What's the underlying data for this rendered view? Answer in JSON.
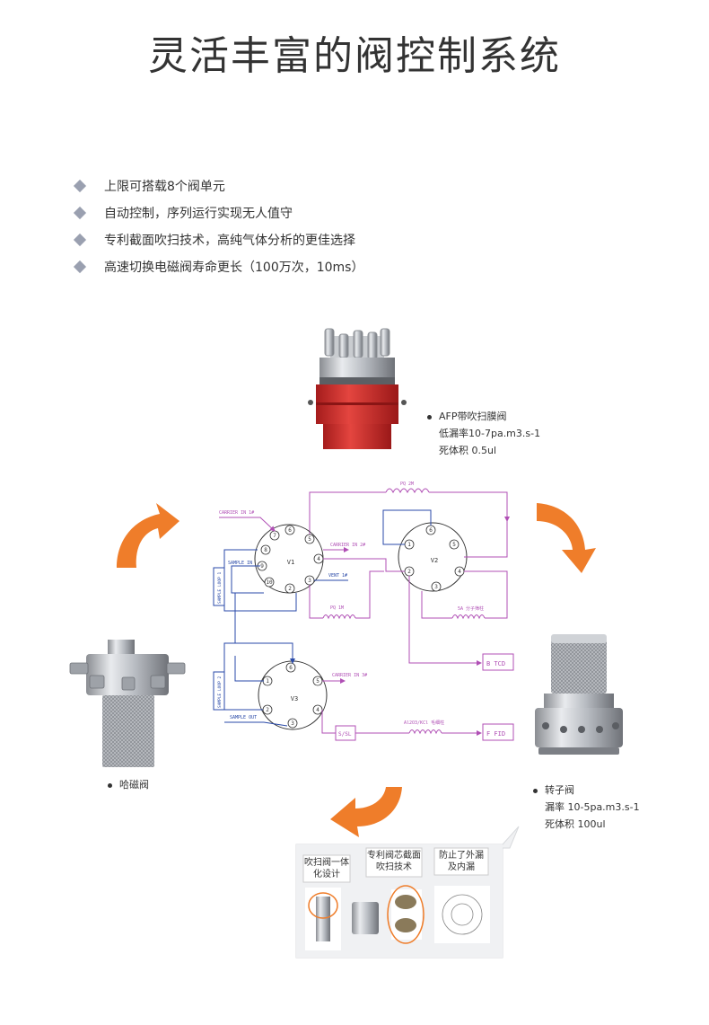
{
  "title": "灵活丰富的阀控制系统",
  "features": [
    "上限可搭载8个阀单元",
    "自动控制，序列运行实现无人值守",
    "专利截面吹扫技术，高纯气体分析的更佳选择",
    "高速切换电磁阀寿命更长（100万次，10ms）"
  ],
  "afp_valve": {
    "name": "AFP带吹扫膜阀",
    "leak_rate": "低漏率10-7pa.m3.s-1",
    "dead_volume": "死体积 0.5ul"
  },
  "magnetic_valve": {
    "name": "哈磁阀"
  },
  "rotor_valve": {
    "name": "转子阀",
    "leak_rate": "漏率 10-5pa.m3.s-1",
    "dead_volume": "死体积 100ul"
  },
  "diagram": {
    "pq2m": "PQ 2M",
    "pq1m": "PQ 1M",
    "carrier_in_top": "CARRIER IN 1#",
    "carrier_in_mid": "CARRIER IN 2#",
    "sample_in": "SAMPLE IN",
    "vent": "VENT 1#",
    "sample_loop_1": "SAMPLE LOOP 1",
    "sample_loop_2": "SAMPLE LOOP 2",
    "sample_out": "SAMPLE OUT",
    "carrier_in_bot": "CARRIER IN 3#",
    "molsieve": "5A 分子筛柱",
    "tcd": "B  TCD",
    "al2o3": "Al2O3/KCl 毛细柱",
    "ssl": "S/SL",
    "fid": "F  FID",
    "v1": "V1",
    "v2": "V2",
    "v3": "V3"
  },
  "inset": {
    "label_1": "吹扫阀一体化设计",
    "label_2": "专利阀芯截面吹扫技术",
    "label_3": "防止了外漏及内漏"
  },
  "colors": {
    "arrow": "#ef7d2a",
    "magenta": "#b04fb5",
    "blue": "#2a4aa8",
    "red_valve": "#d42a2a"
  }
}
